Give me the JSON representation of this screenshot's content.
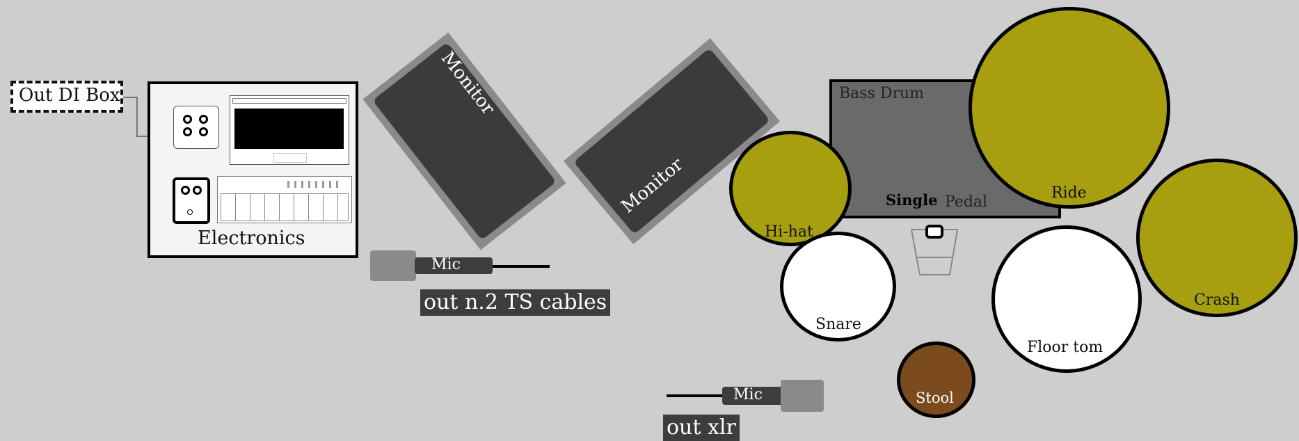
{
  "stage": {
    "background": "#cecece",
    "cymbal_color": "#a79f10",
    "drum_head_color": "#ffffff",
    "stool_color": "#7b4a1d",
    "monitor_color": "#3b3b3b",
    "label_bg": "#3d3d3d"
  },
  "di_box": {
    "label": "Out DI Box"
  },
  "electronics": {
    "label": "Electronics"
  },
  "monitors": [
    {
      "label": "Monitor"
    },
    {
      "label": "Monitor"
    }
  ],
  "mics": [
    {
      "label": "Mic",
      "output": "out n.2 TS cables"
    },
    {
      "label": "Mic",
      "output": "out xlr"
    }
  ],
  "drums": {
    "bass_drum": "Bass Drum",
    "pedal_single": "Single",
    "pedal": "Pedal",
    "hihat": "Hi-hat",
    "snare": "Snare",
    "ride": "Ride",
    "crash": "Crash",
    "floor_tom": "Floor tom",
    "stool": "Stool"
  }
}
